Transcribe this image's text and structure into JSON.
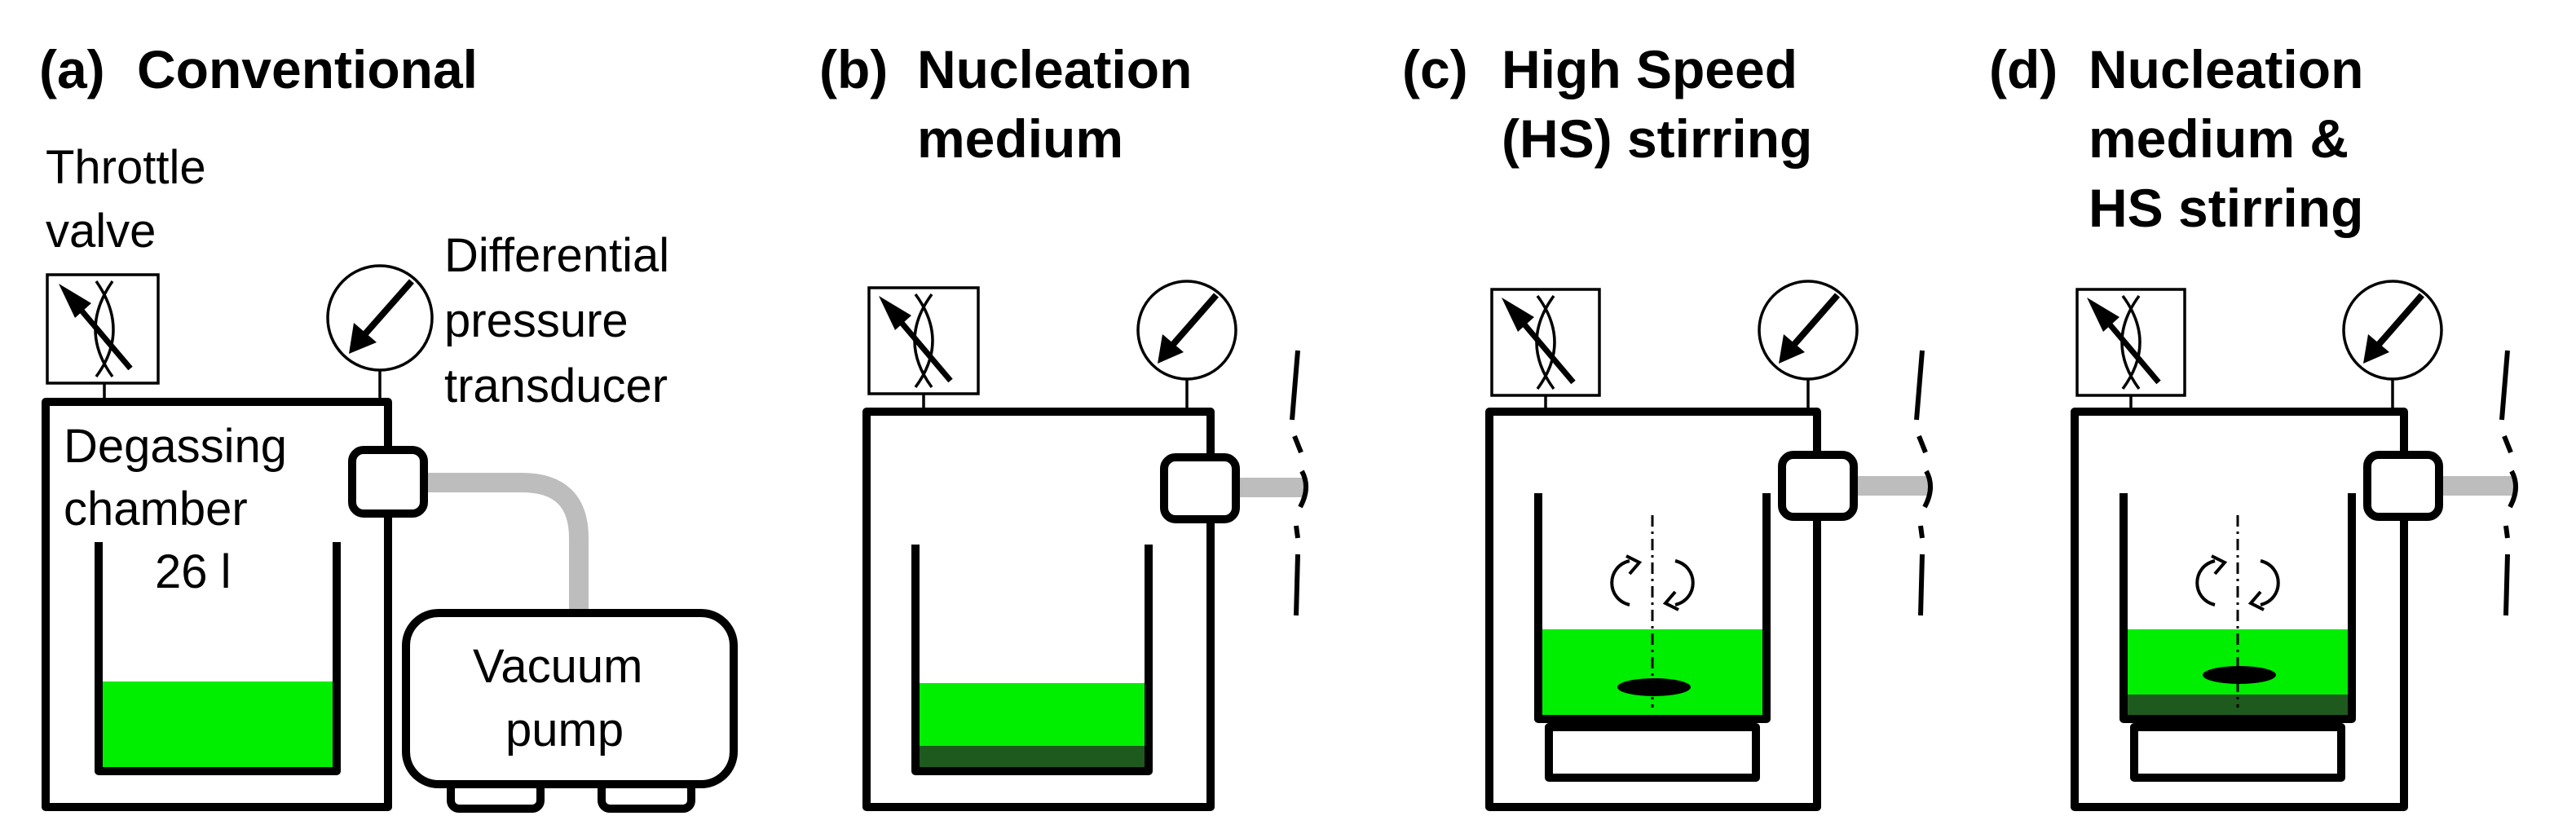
{
  "panels": [
    {
      "id": "a",
      "letter": "(a)",
      "title_lines": [
        "Conventional"
      ]
    },
    {
      "id": "b",
      "letter": "(b)",
      "title_lines": [
        "Nucleation",
        "medium"
      ]
    },
    {
      "id": "c",
      "letter": "(c)",
      "title_lines": [
        "High Speed",
        "(HS) stirring"
      ]
    },
    {
      "id": "d",
      "letter": "(d)",
      "title_lines": [
        "Nucleation",
        "medium &",
        "HS stirring"
      ]
    }
  ],
  "labels": {
    "throttle_valve": [
      "Throttle",
      "valve"
    ],
    "pressure_transducer": [
      "Differential",
      "pressure",
      "transducer"
    ],
    "chamber": [
      "Degassing",
      "chamber",
      "26 l"
    ],
    "vacuum_pump": [
      "Vacuum",
      "pump"
    ]
  },
  "colors": {
    "liquid": "#00ee00",
    "nucleation_medium": "#1e5a1e",
    "pipe": "#bdbdbd",
    "stroke": "#000000"
  }
}
